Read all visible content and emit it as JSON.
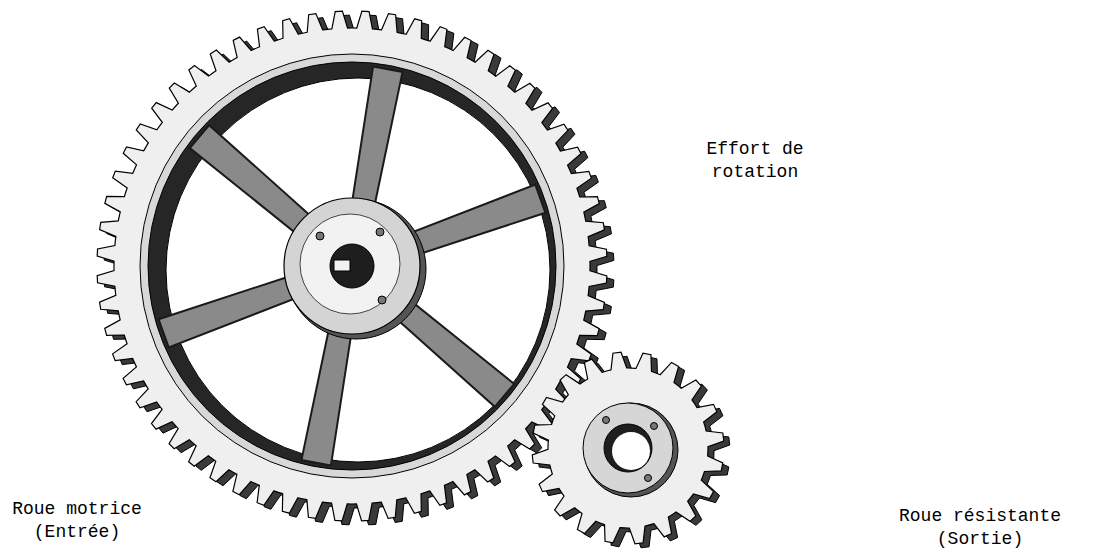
{
  "diagram": {
    "labels": [
      "Effort de rotation",
      "Roue motrice (Entrée)",
      "Roue résistante (Sortie)"
    ]
  }
}
